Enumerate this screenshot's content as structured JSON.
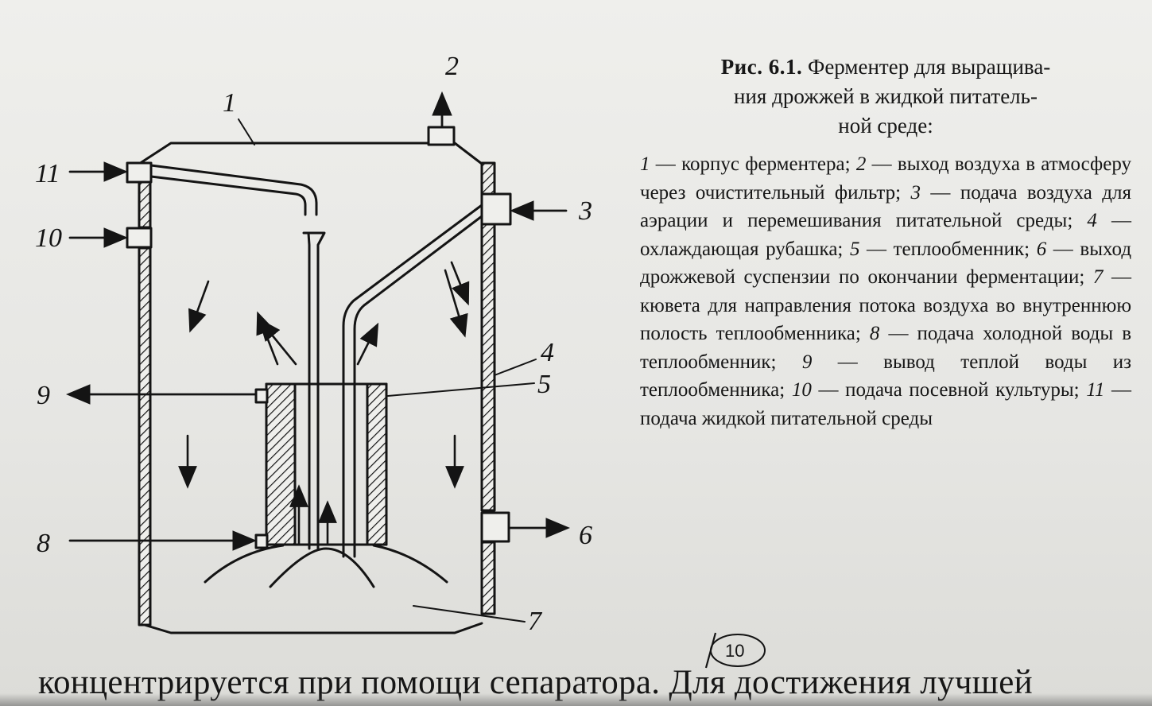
{
  "figure": {
    "caption_label": "Рис. 6.1.",
    "caption_title_line1": "Ферментер для выращива-",
    "caption_title_line2": "ния дрожжей в жидкой питатель-",
    "caption_title_line3": "ной среде:",
    "legend": [
      {
        "num": "1",
        "text": "корпус ферментера;"
      },
      {
        "num": "2",
        "text": "выход воздуха в атмосферу через очистительный фильтр;"
      },
      {
        "num": "3",
        "text": "подача воздуха для аэрации и перемешивания питательной среды;"
      },
      {
        "num": "4",
        "text": "охлаждающая рубашка;"
      },
      {
        "num": "5",
        "text": "теплообменник;"
      },
      {
        "num": "6",
        "text": "выход дрожжевой суспензии по окончании ферментации;"
      },
      {
        "num": "7",
        "text": "кювета для направления потока воздуха во внутреннюю полость теплообменника;"
      },
      {
        "num": "8",
        "text": "подача холодной воды в теплообменник;"
      },
      {
        "num": "9",
        "text": "вывод теплой воды из теплообменника;"
      },
      {
        "num": "10",
        "text": "подача посевной культуры;"
      },
      {
        "num": "11",
        "text": "подача жидкой питательной среды"
      }
    ],
    "diagram_labels": {
      "l1": "1",
      "l2": "2",
      "l3": "3",
      "l4": "4",
      "l5": "5",
      "l6": "6",
      "l7": "7",
      "l8": "8",
      "l9": "9",
      "l10": "10",
      "l11": "11"
    }
  },
  "body_text": {
    "bottom_line": "концентрируется при помощи сепаратора. Для достижения лучшей"
  },
  "handwritten_mark": "10",
  "colors": {
    "ink": "#141414",
    "paper": "#e9e9e6"
  }
}
